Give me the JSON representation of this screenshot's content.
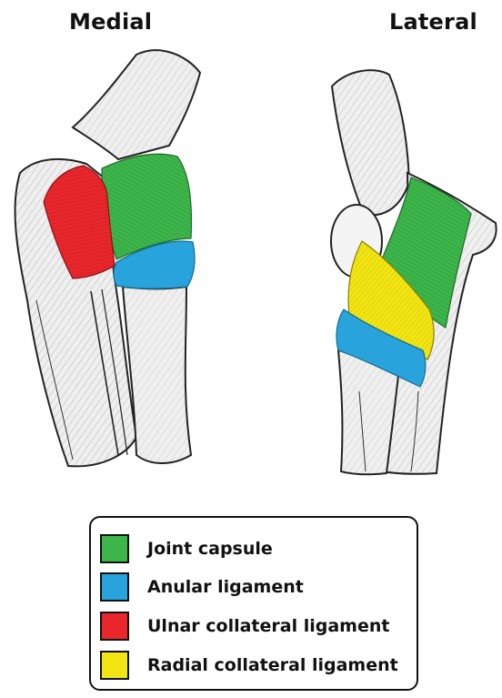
{
  "titles": {
    "medial": "Medial",
    "lateral": "Lateral"
  },
  "legend": {
    "items": [
      {
        "label": "Joint capsule",
        "color": "#3cb54a"
      },
      {
        "label": "Anular ligament",
        "color": "#29a3db"
      },
      {
        "label": "Ulnar collateral ligament",
        "color": "#e8262c"
      },
      {
        "label": "Radial collateral ligament",
        "color": "#f2e513"
      }
    ]
  },
  "colors": {
    "joint_capsule": "#3cb54a",
    "anular_ligament": "#29a3db",
    "ulnar_collateral_ligament": "#e8262c",
    "radial_collateral_ligament": "#f2e513",
    "bone_fill": "#efefef",
    "outline": "#222222"
  }
}
